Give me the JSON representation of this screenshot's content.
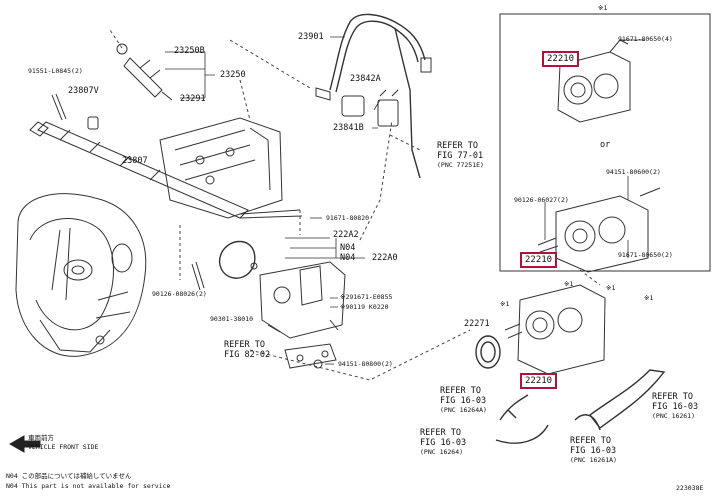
{
  "labels": {
    "p23250B": "23250B",
    "p23250": "23250",
    "p23291": "23291",
    "p91551": "91551-L0845(2)",
    "p23807V": "23807V",
    "p23807": "23807",
    "p23901": "23901",
    "p23842A": "23842A",
    "p23841B": "23841B",
    "refer77_1": "REFER TO",
    "refer77_2": "FIG 77-01",
    "refer77_3": "(PNC 77251E)",
    "p91671_820": "91671-80820",
    "p222A2": "222A2",
    "n04a": "N04",
    "n04b": "N04",
    "p222A0": "222A0",
    "p90126_26": "90126-08026(2)",
    "p91671_855": "※291671-E0855",
    "p90119": "※90119 K0220",
    "p90301": "90301-38010",
    "refer82_1": "REFER TO",
    "refer82_2": "FIG 82-02",
    "p94151_800": "94151-80800(2)",
    "star1": "※1",
    "p91671_650_4": "91671-80650(4)",
    "or": "or",
    "p94151_600": "94151-80600(2)",
    "p90126_27": "90126-06027(2)",
    "p91671_650_2": "91671-80650(2)",
    "p22271": "22271",
    "star1b": "※1",
    "star1c": "※1",
    "star1d": "※1",
    "star1e": "※1",
    "refer1603a_1": "REFER TO",
    "refer1603a_2": "FIG 16-03",
    "refer1603a_3": "(PNC 16264A)",
    "refer1603b_1": "REFER TO",
    "refer1603b_2": "FIG 16-03",
    "refer1603b_3": "(PNC 16264)",
    "refer1603c_1": "REFER TO",
    "refer1603c_2": "FIG 16-03",
    "refer1603c_3": "(PNC 16261)",
    "refer1603d_1": "REFER TO",
    "refer1603d_2": "FIG 16-03",
    "refer1603d_3": "(PNC 16261A)",
    "front_jp": "車両前方",
    "front_en": "VEHICLE FRONT SIDE",
    "note_jp": "N04 この部品については補給していません",
    "note_en": "N04 This part is not available for service",
    "diagram_id": "223038E"
  },
  "highlighted_parts": [
    "22210",
    "22210",
    "22210"
  ],
  "highlight_color": "#b0123a"
}
